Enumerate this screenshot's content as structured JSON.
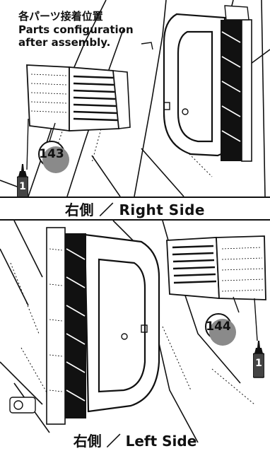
{
  "note": {
    "jp": "各パーツ接着位置",
    "en_line1": "Parts configuration",
    "en_line2": "after assembly."
  },
  "panels": {
    "right": {
      "caption": "右側 ／ Right Side",
      "part_number": "143",
      "tool_number": "1"
    },
    "left": {
      "caption": "右側 ／ Left Side",
      "part_number": "144",
      "tool_number": "1"
    }
  },
  "colors": {
    "ink": "#111111",
    "paper": "#ffffff",
    "shadow": "#8a8a8a"
  },
  "icons": {
    "glue_tool": "glue-bottle-icon"
  }
}
